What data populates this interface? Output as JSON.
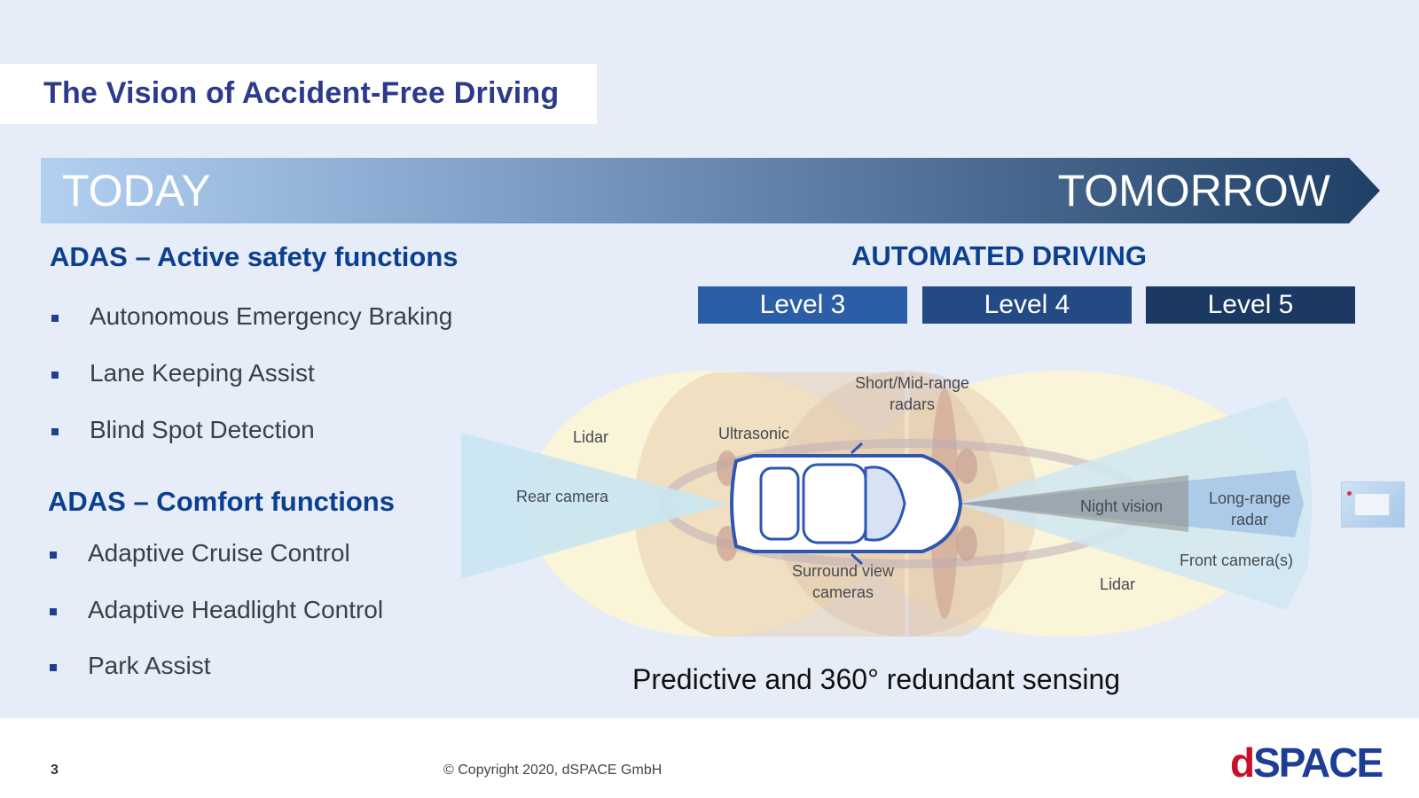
{
  "slide": {
    "title": "The Vision of Accident-Free Driving",
    "banner": {
      "left": "TODAY",
      "right": "TOMORROW"
    },
    "adas_safety": {
      "heading": "ADAS – Active safety functions",
      "items": [
        "Autonomous Emergency Braking",
        "Lane Keeping Assist",
        "Blind Spot Detection"
      ]
    },
    "adas_comfort": {
      "heading": "ADAS – Comfort functions",
      "items": [
        "Adaptive Cruise Control",
        "Adaptive Headlight Control",
        "Park Assist"
      ]
    },
    "automated": {
      "heading": "AUTOMATED DRIVING",
      "levels": [
        "Level 3",
        "Level 4",
        "Level 5"
      ]
    },
    "diagram": {
      "labels": {
        "short_mid_radars": "Short/Mid-range radars",
        "lidar_rear": "Lidar",
        "ultrasonic": "Ultrasonic",
        "rear_camera": "Rear camera",
        "night_vision": "Night vision",
        "long_range_radar": "Long-range radar",
        "front_cameras": "Front camera(s)",
        "surround_view": "Surround view cameras",
        "lidar_front": "Lidar"
      }
    },
    "caption": "Predictive and 360° redundant sensing"
  },
  "footer": {
    "page_number": "3",
    "copyright": "© Copyright 2020, dSPACE GmbH",
    "logo": {
      "d": "d",
      "rest": "SPACE"
    }
  },
  "colors": {
    "background": "#e6edf8",
    "title": "#2c3a8c",
    "heading": "#0b3f8f",
    "level3": "#2b5ea7",
    "level4": "#234a84",
    "level5": "#1c3963",
    "logo_red": "#c8102e",
    "logo_blue": "#1d3e95"
  }
}
